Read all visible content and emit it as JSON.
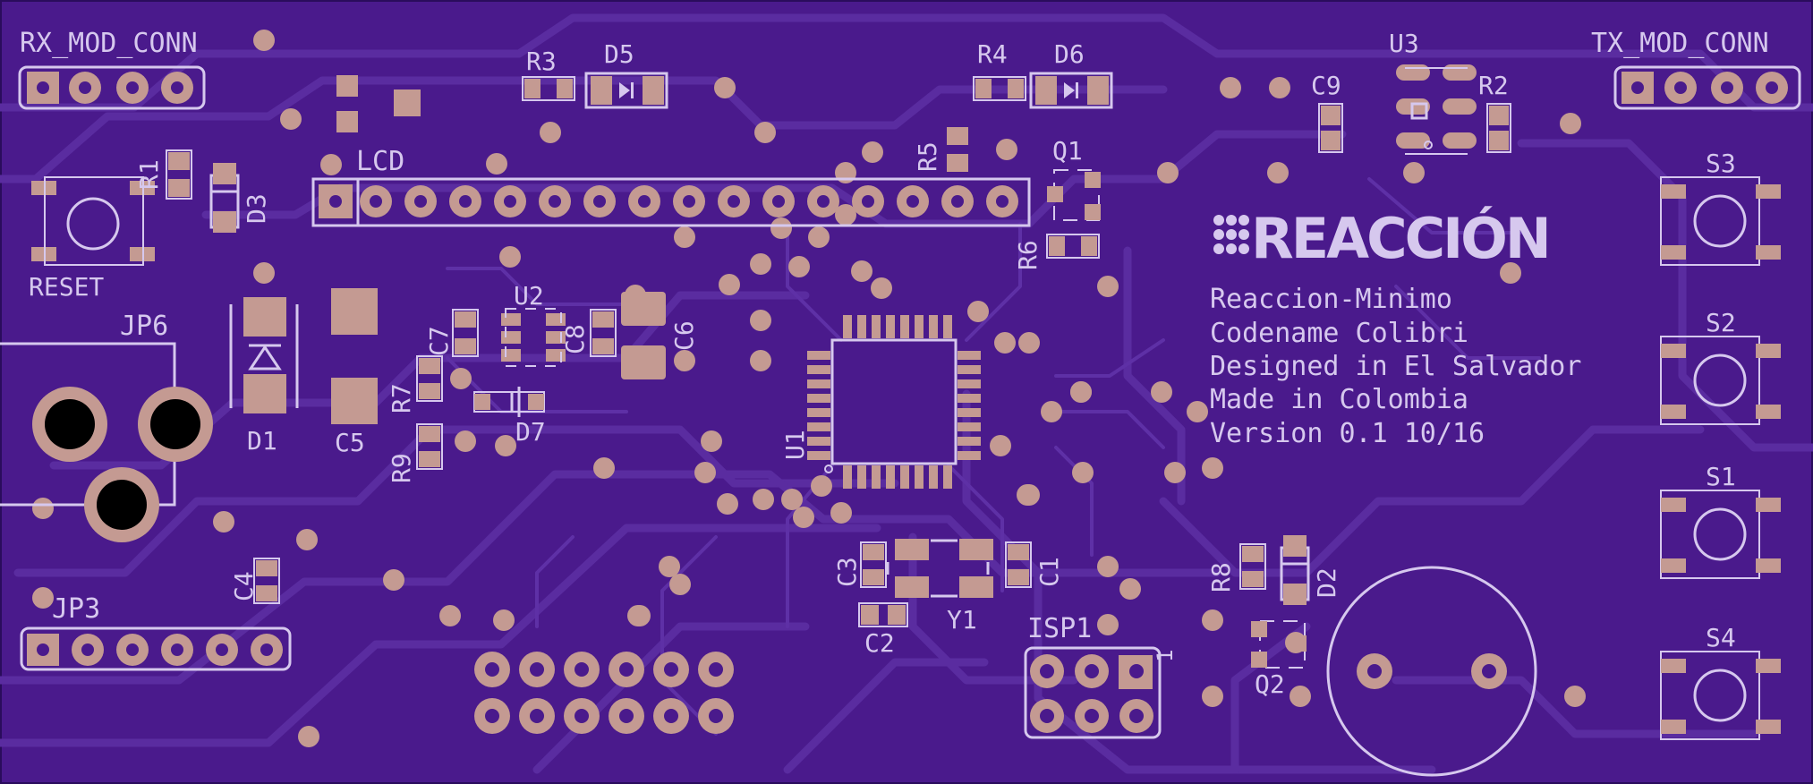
{
  "colors": {
    "board": "#4a1a8c",
    "trace": "#5a2ca0",
    "silk": "#d6c8ee",
    "pad": "#c49a92",
    "hole": "#000000"
  },
  "labels": {
    "rx_conn": "RX_MOD_CONN",
    "tx_conn": "TX_MOD_CONN",
    "lcd": "LCD",
    "reset": "RESET",
    "jp6": "JP6",
    "jp3": "JP3",
    "isp1": "ISP1",
    "isp_pin1": "1",
    "r1": "R1",
    "r2": "R2",
    "r3": "R3",
    "r4": "R4",
    "r5": "R5",
    "r6": "R6",
    "r7": "R7",
    "r8": "R8",
    "r9": "R9",
    "d1": "D1",
    "d2": "D2",
    "d3": "D3",
    "d5": "D5",
    "d6": "D6",
    "d7": "D7",
    "c1": "C1",
    "c2": "C2",
    "c3": "C3",
    "c4": "C4",
    "c5": "C5",
    "c6": "C6",
    "c7": "C7",
    "c8": "C8",
    "c9": "C9",
    "u1": "U1",
    "u2": "U2",
    "u3": "U3",
    "q1": "Q1",
    "q2": "Q2",
    "y1": "Y1",
    "s1": "S1",
    "s2": "S2",
    "s3": "S3",
    "s4": "S4"
  },
  "logo": {
    "text": "REACCIÓN"
  },
  "info_lines": [
    "Reaccion-Minimo",
    "Codename Colibri",
    "Designed in El Salvador",
    "Made in Colombia",
    "Version 0.1 10/16"
  ]
}
